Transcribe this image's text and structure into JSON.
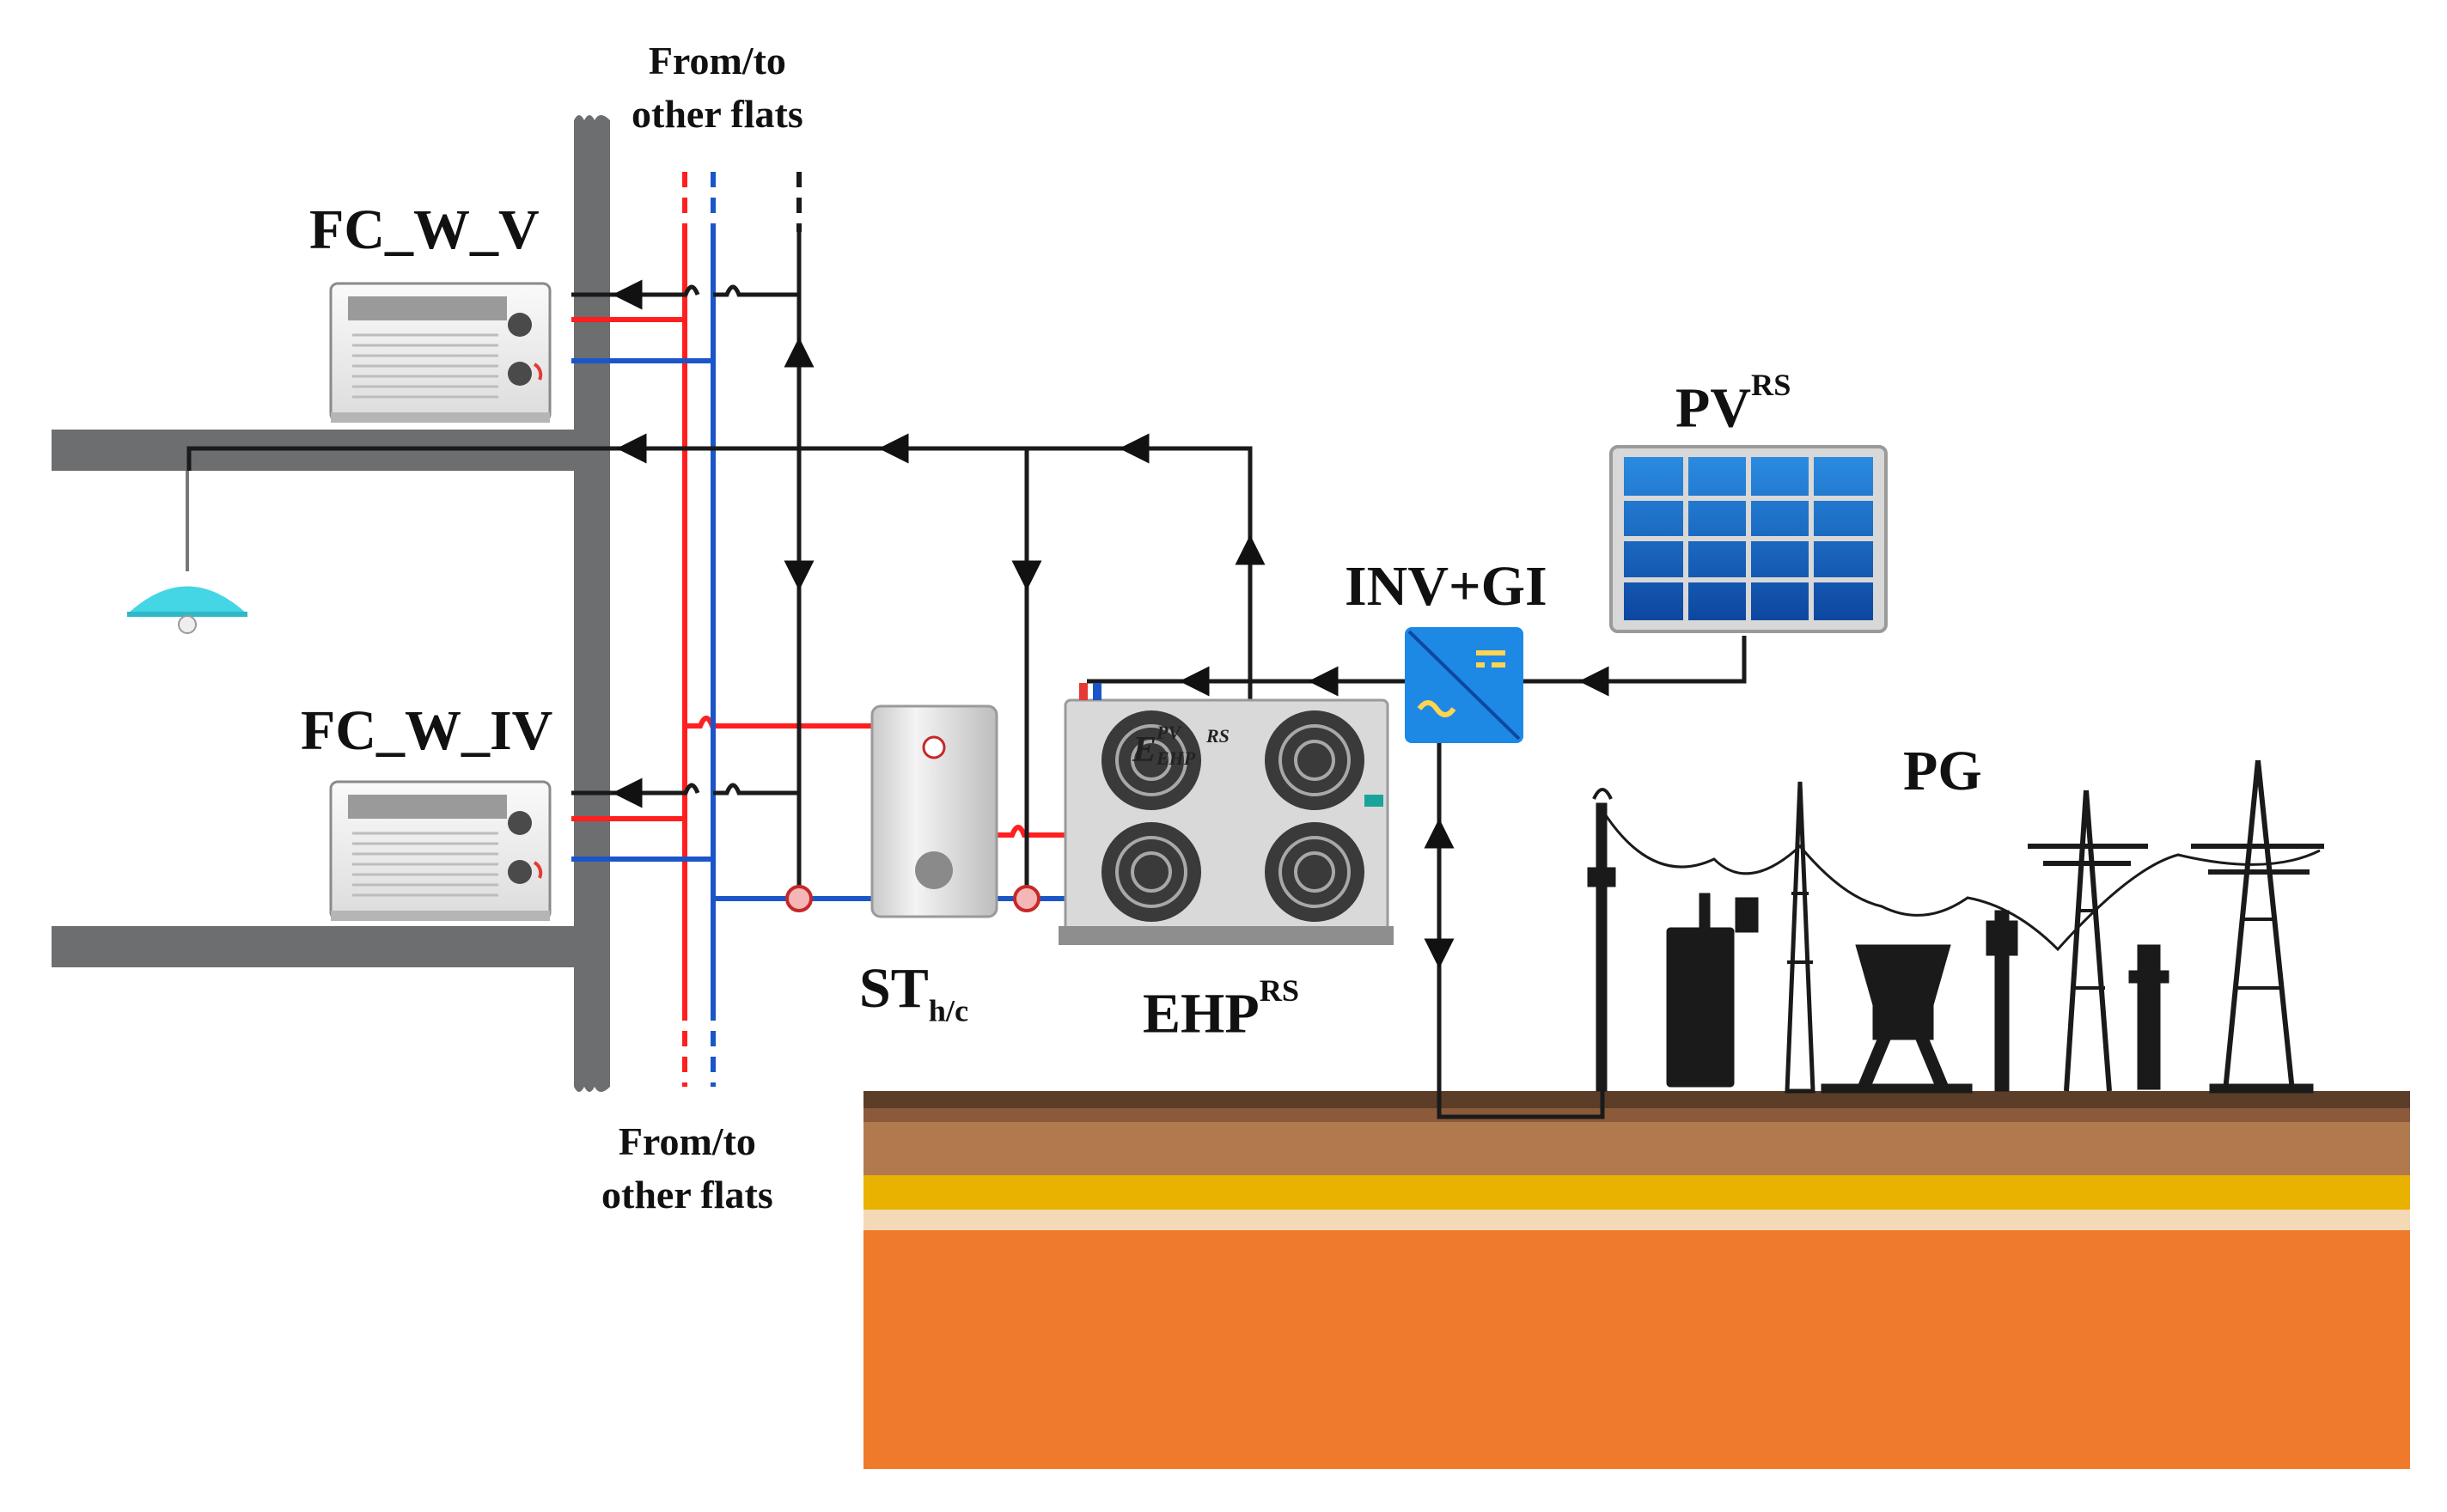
{
  "labels": {
    "flats_top_line1": "From/to",
    "flats_top_line2": "other flats",
    "flats_bottom_line1": "From/to",
    "flats_bottom_line2": "other flats",
    "fancoil_upper": "FC_W_V",
    "fancoil_lower": "FC_W_IV",
    "pv_main": "PV",
    "pv_sup": "RS",
    "inverter": "INV+GI",
    "grid": "PG",
    "storage_main": "ST",
    "storage_sub": "h/c",
    "heat_pump_main": "EHP",
    "heat_pump_sup": "RS",
    "overlay_main": "E",
    "overlay_sup": "RS",
    "overlay_sub_top": "PV",
    "overlay_sub_bottom": "EHP"
  },
  "colors": {
    "hot_pipe": "#ff1f1f",
    "cold_pipe": "#1b56c8",
    "electric_line": "#1a1a1a",
    "wall": "#6d6e70",
    "pv_panel": "#1565c0",
    "inverter": "#1e88e5",
    "ground_top": "#6b4a32",
    "ground_mid": "#b07a4e",
    "ground_yellow": "#e9b100",
    "ground_orange": "#f07a2c",
    "lamp": "#45d6e6"
  }
}
